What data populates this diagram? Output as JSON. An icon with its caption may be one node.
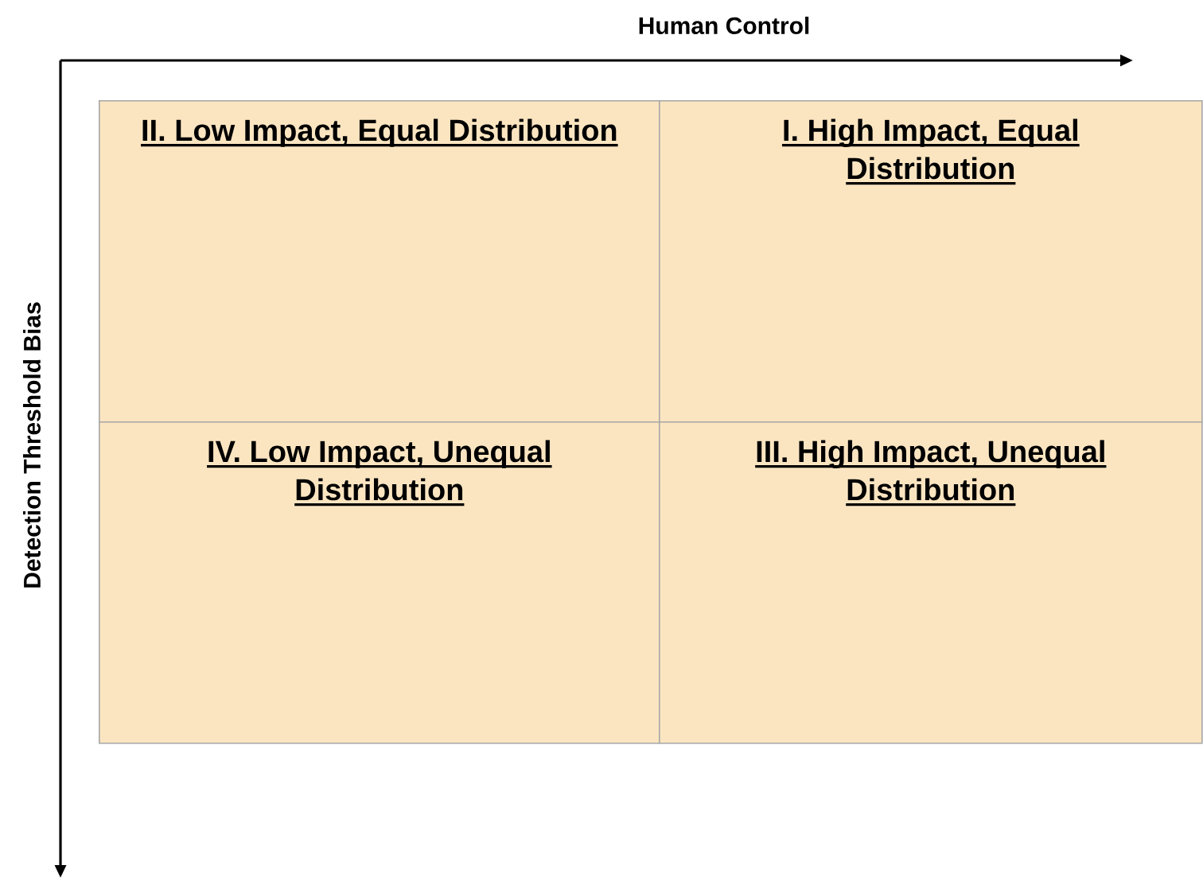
{
  "diagram": {
    "nodes": [
      {
        "text": [
          "II. Low Impact, Equal Distribution"
        ]
      },
      {
        "text": [
          "I. High Impact, Equal Distribution"
        ]
      },
      {
        "text": [
          "IV. Low Impact, Unequal Distribution"
        ]
      },
      {
        "text": [
          "III. High Impact, Unequal Distribution"
        ]
      }
    ],
    "labels": [
      "Human Control",
      "Detection Threshold Bias"
    ]
  }
}
